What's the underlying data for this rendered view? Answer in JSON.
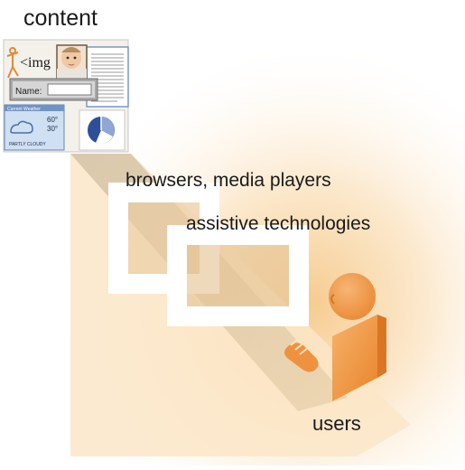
{
  "labels": {
    "content": "content",
    "browsers": "browsers, media players",
    "assistive": "assistive technologies",
    "users": "users"
  },
  "collage": {
    "img_tag": "<img",
    "name_field": "Name:",
    "weather_title": "Current Weather",
    "weather_high": "60°",
    "weather_low": "30°",
    "weather_status": "PARTLY CLOUDY"
  },
  "colors": {
    "beam": "#f6d9ad",
    "person": "#f0a050",
    "person_dark": "#e98a33",
    "frame": "#ffffff",
    "pie": "#2d4f9a"
  }
}
